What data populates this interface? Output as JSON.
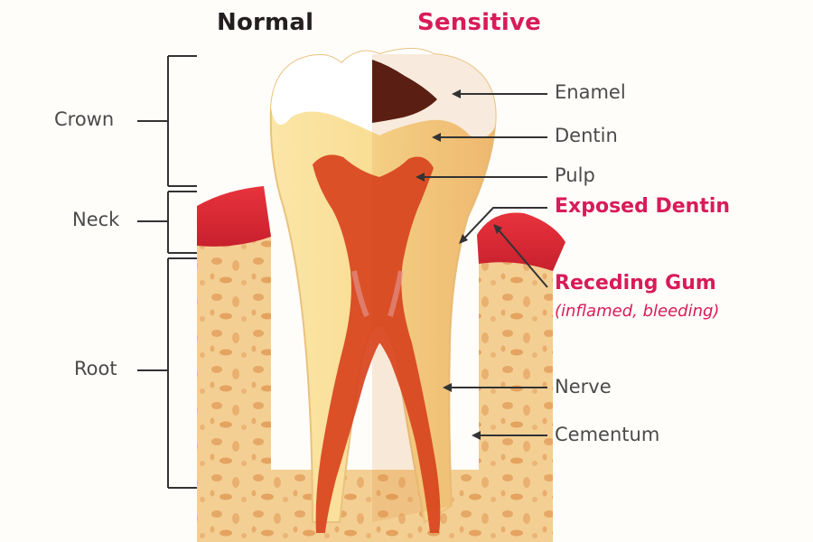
{
  "headers": {
    "normal": "Normal",
    "sensitive": "Sensitive"
  },
  "segments": {
    "crown": "Crown",
    "neck": "Neck",
    "root": "Root"
  },
  "labels": {
    "enamel": "Enamel",
    "dentin": "Dentin",
    "pulp": "Pulp",
    "exposed_dentin": "Exposed Dentin",
    "receding_gum": "Receding Gum",
    "receding_gum_note": "(inflamed, bleeding)",
    "nerve": "Nerve",
    "cementum": "Cementum"
  },
  "colors": {
    "normal_header": "#231f20",
    "emphasis": "#d81b5a",
    "label_text": "#4a4a4a",
    "leader_line": "#333333",
    "bone": "#f2c98a",
    "gum": "#d7263d",
    "dentin": "#fbe7a6",
    "enamel": "#ffffff",
    "pulp": "#d8431d",
    "decay": "#5a1f12"
  }
}
